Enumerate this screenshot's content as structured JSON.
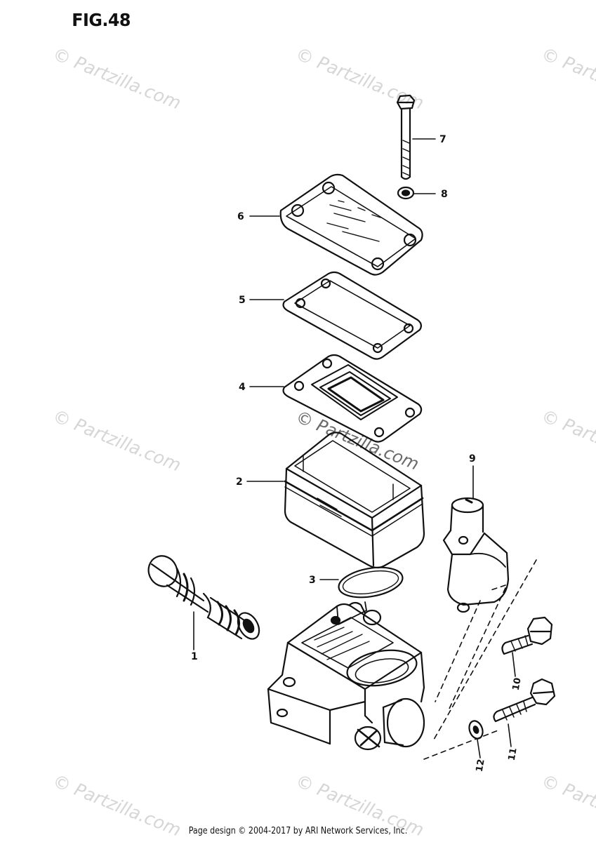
{
  "figure": {
    "title": "FIG.48"
  },
  "callouts": [
    {
      "id": "c1",
      "label": "1"
    },
    {
      "id": "c2",
      "label": "2"
    },
    {
      "id": "c3",
      "label": "3"
    },
    {
      "id": "c4",
      "label": "4"
    },
    {
      "id": "c5",
      "label": "5"
    },
    {
      "id": "c6",
      "label": "6"
    },
    {
      "id": "c7",
      "label": "7"
    },
    {
      "id": "c8",
      "label": "8"
    },
    {
      "id": "c9",
      "label": "9"
    },
    {
      "id": "c10",
      "label": "10"
    },
    {
      "id": "c11",
      "label": "11"
    },
    {
      "id": "c12",
      "label": "12"
    }
  ],
  "watermark": {
    "text": "© Partzilla.com"
  },
  "footer": {
    "copyright": "Page design © 2004-2017 by ARI Network Services, Inc."
  }
}
